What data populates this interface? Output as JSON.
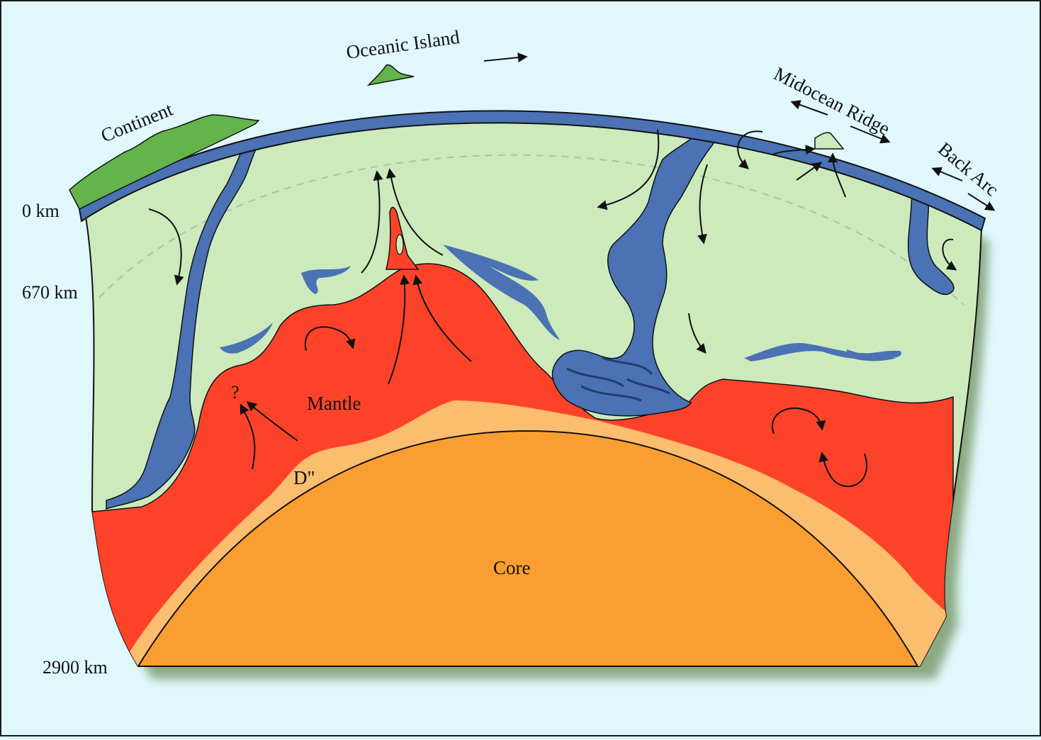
{
  "labels": {
    "continent": "Continent",
    "oceanic_island": "Oceanic Island",
    "midocean_ridge": "Midocean Ridge",
    "back_arc": "Back Arc",
    "mantle": "Mantle",
    "d_double_prime": "D\"",
    "core": "Core",
    "question": "?"
  },
  "depth_labels": [
    "0 km",
    "670 km",
    "2900 km"
  ],
  "colors": {
    "background": "#e0f8fc",
    "upper_mantle": "#cdeabd",
    "hot_mantle": "#fc432a",
    "d_layer": "#fbbd6e",
    "core": "#fb9e32",
    "slab": "#4a72b4",
    "continent": "#64b44c",
    "shadow": "#7d9c6e"
  }
}
